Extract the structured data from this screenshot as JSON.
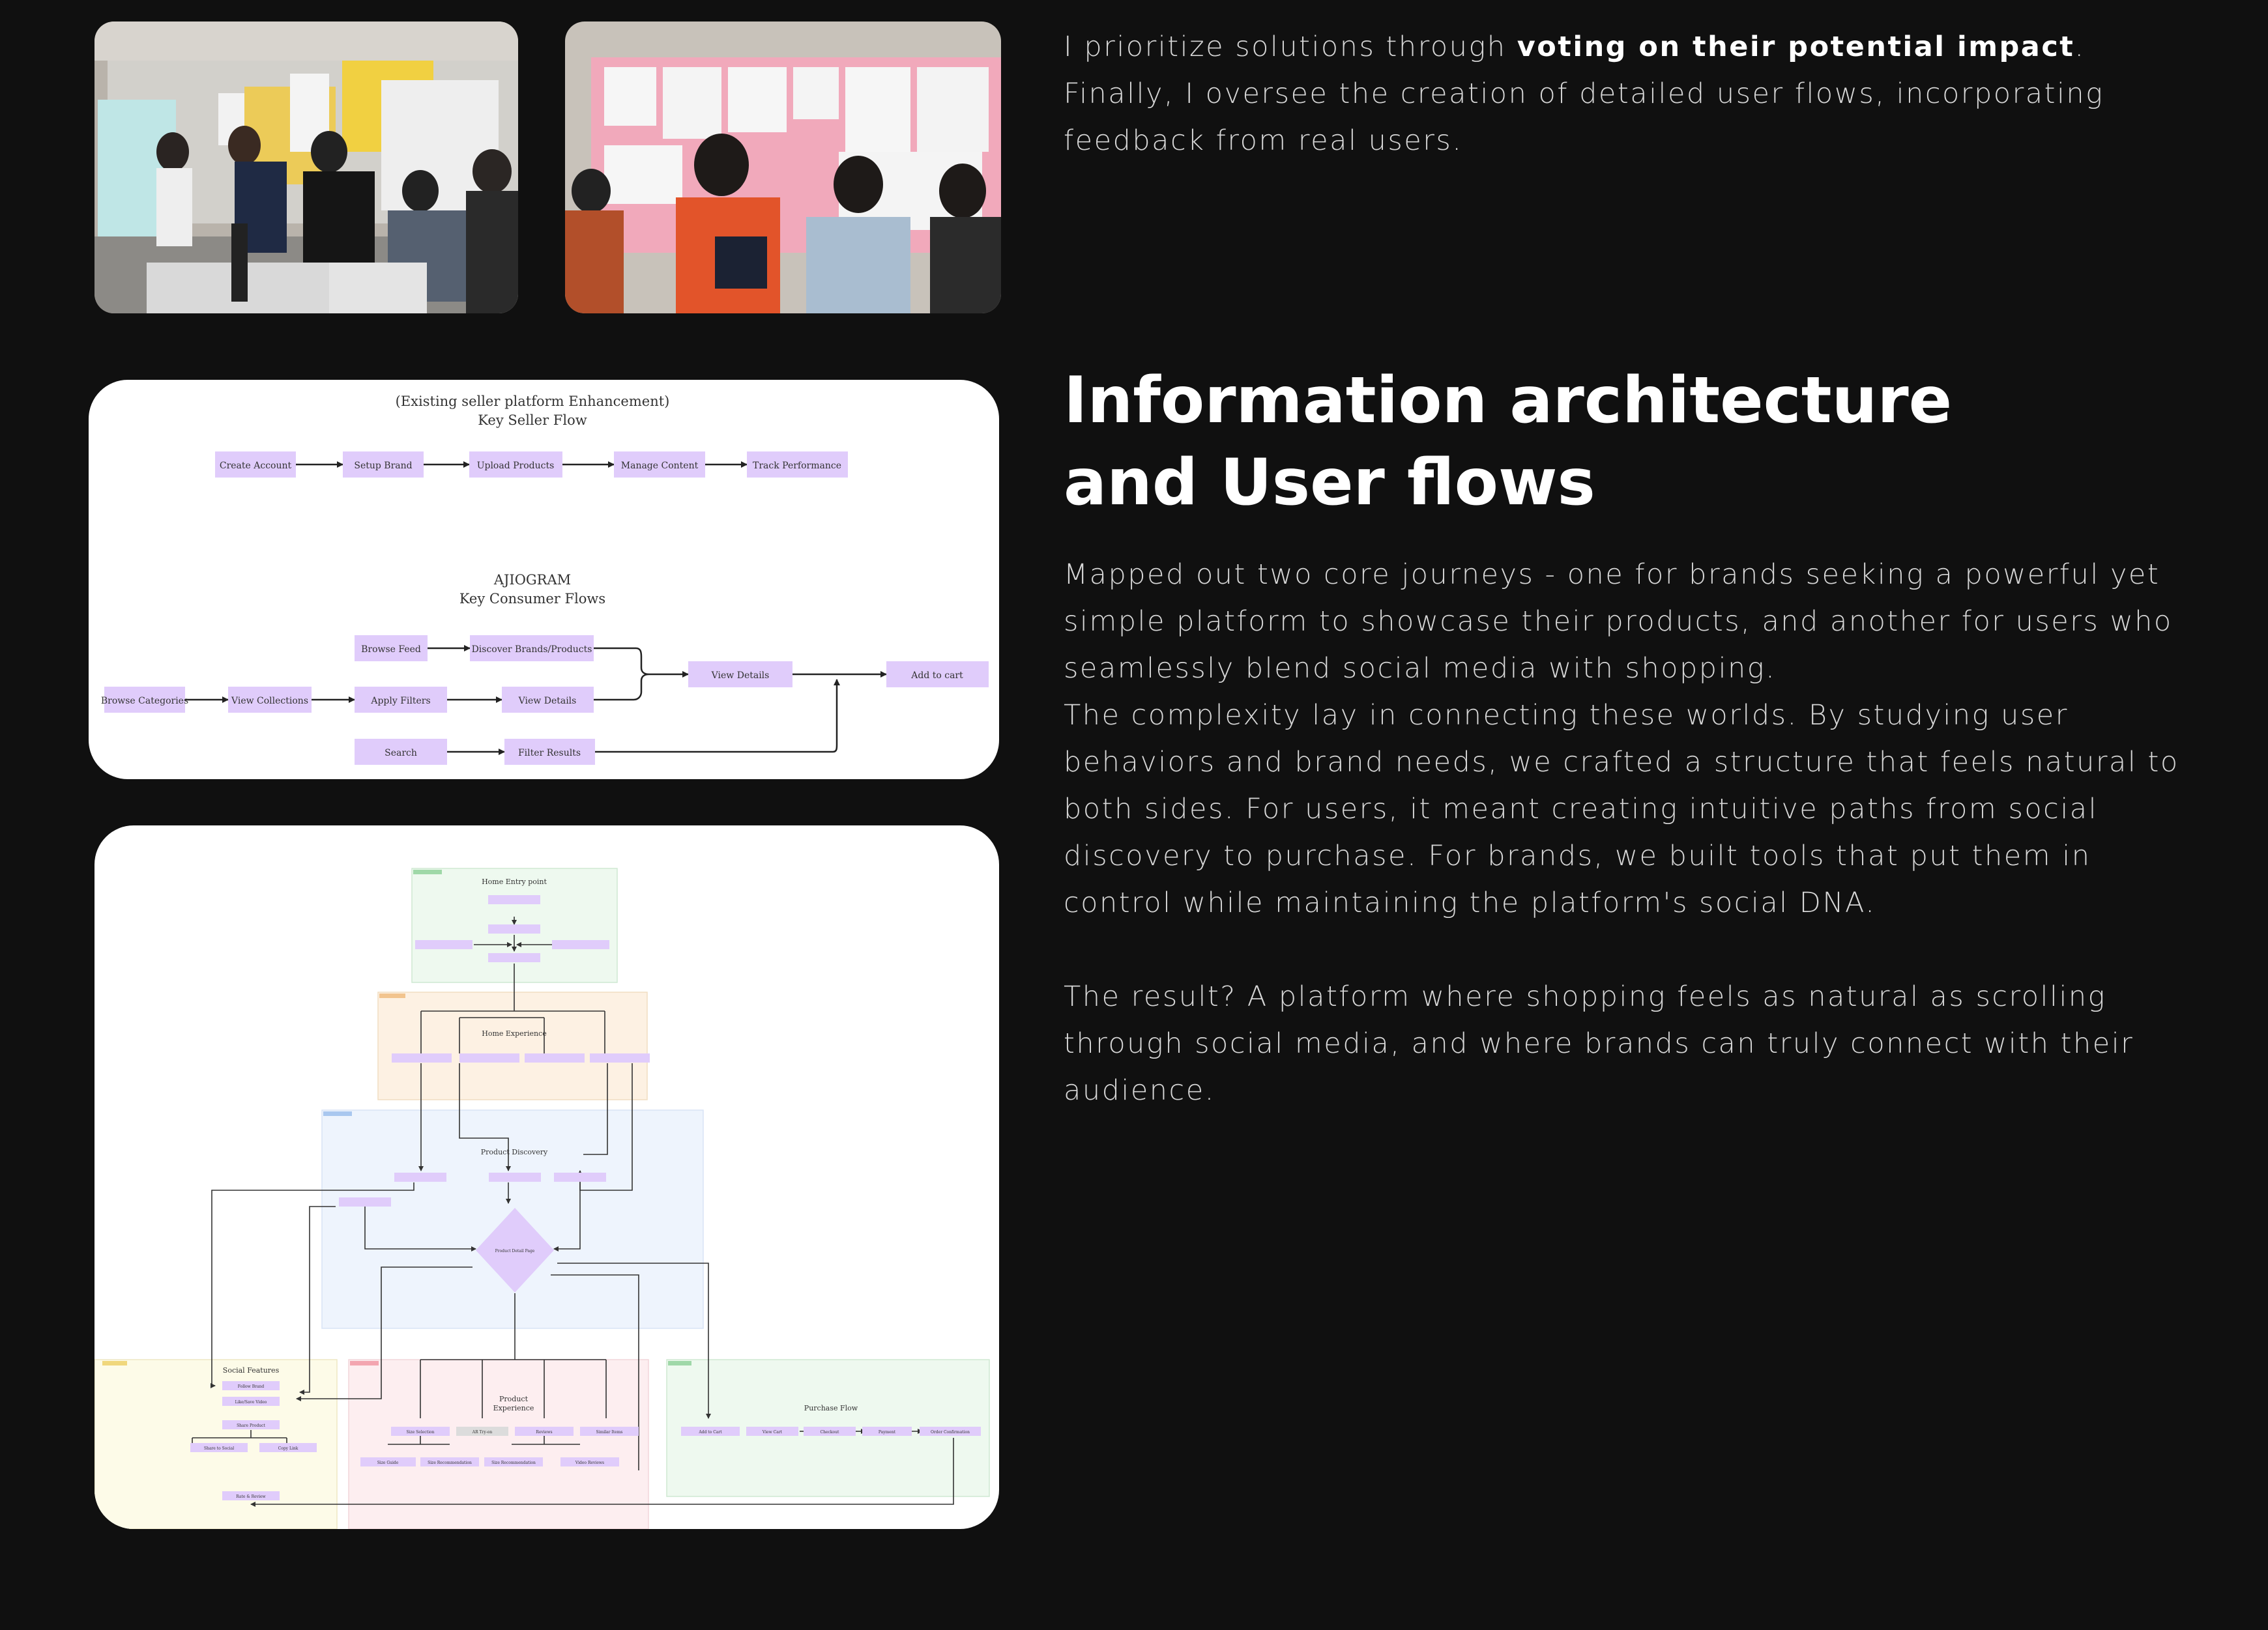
{
  "intro": {
    "text_before": "I prioritize solutions through ",
    "text_bold": "voting on their potential impact",
    "text_after": ". Finally, I oversee the creation of detailed user flows, incorporating feedback from real users."
  },
  "section": {
    "title_line1": "Information architecture",
    "title_line2": "and User flows",
    "paragraph1": "Mapped out two core journeys - one for brands seeking a powerful yet simple platform to showcase their products, and another for users who seamlessly blend social media with shopping.",
    "paragraph2": "The complexity lay in connecting these worlds. By studying user behaviors and brand needs, we crafted a structure that feels natural to both sides. For users, it meant creating intuitive paths from social discovery to purchase. For brands, we built tools that put them in control while maintaining the platform's social DNA.",
    "paragraph3": "The result? A platform where shopping feels as natural as scrolling through social media, and where brands can truly connect with their audience."
  },
  "flow_card": {
    "seller_subtitle": "(Existing seller platform Enhancement)",
    "seller_title": "Key Seller Flow",
    "seller_steps": [
      "Create Account",
      "Setup Brand",
      "Upload Products",
      "Manage Content",
      "Track Performance"
    ],
    "consumer_brand": "AJIOGRAM",
    "consumer_title": "Key Consumer Flows",
    "consumer_nodes": {
      "browse_feed": "Browse Feed",
      "discover_brands": "Discover Brands/Products",
      "browse_categories": "Browse Categories",
      "view_collections": "View Collections",
      "apply_filters": "Apply Filters",
      "view_details_1": "View Details",
      "search": "Search",
      "filter_results": "Filter Results",
      "view_details_2": "View Details",
      "add_to_cart": "Add to cart"
    }
  },
  "ia_card": {
    "home_entry": "Home Entry point",
    "home_experience": "Home Experience",
    "product_discovery": "Product Discovery",
    "product_detail_page": "Product Detail Page",
    "social_features": "Social Features",
    "product_experience_line1": "Product",
    "product_experience_line2": "Experience",
    "purchase_flow": "Purchase Flow",
    "social_items": [
      "Follow Brand",
      "Like/Save Video",
      "Share Product",
      "Share to Social",
      "Copy Link",
      "Rate & Review"
    ],
    "product_items": [
      "Size Selection",
      "AR Try-on",
      "Reviews",
      "Similar Items",
      "Size Guide",
      "Size Recommendation",
      "Size Recommendation",
      "Video Reviews"
    ],
    "purchase_items": [
      "Add to Cart",
      "View Cart",
      "Checkout",
      "Payment",
      "Order Confirmation"
    ]
  },
  "colors": {
    "background": "#101010",
    "node_fill": "#e0ccfb",
    "heading": "#ffffff",
    "body_text": "#d6d6d6"
  }
}
